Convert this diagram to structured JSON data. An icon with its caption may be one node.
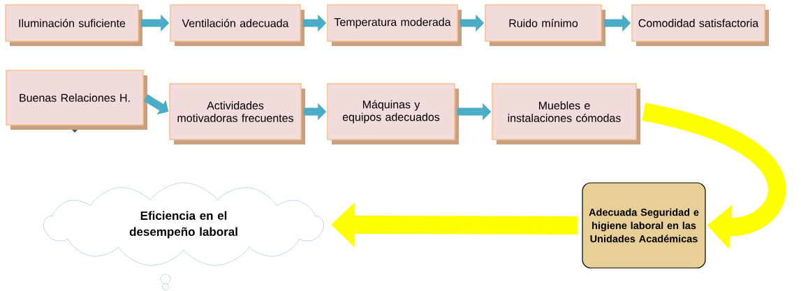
{
  "diagram": {
    "nodes": [
      {
        "text": [
          "Iluminación suficiente"
        ]
      },
      {
        "text": [
          "Ventilación adecuada"
        ]
      },
      {
        "text": [
          "Temperatura moderada"
        ]
      },
      {
        "text": [
          "Ruido mínimo"
        ]
      },
      {
        "text": [
          "Comodidad satisfactoria"
        ]
      },
      {
        "text": [
          "Buenas Relaciones H."
        ]
      },
      {
        "text": [
          "Actividades motivadoras frecuentes"
        ]
      },
      {
        "text": [
          "Máquinas y equipos adecuados"
        ]
      },
      {
        "text": [
          "Muebles e instalaciones cómodas"
        ]
      },
      {
        "text": [
          "Adecuada Seguridad e higiene laboral en las Unidades Académicas"
        ]
      },
      {
        "text": [
          "Eficiencia en el desempeño laboral"
        ]
      }
    ],
    "edges": [
      {
        "from": 0,
        "to": 1,
        "arrow": "to"
      },
      {
        "from": 1,
        "to": 2,
        "arrow": "to"
      },
      {
        "from": 2,
        "to": 3,
        "arrow": "to"
      },
      {
        "from": 3,
        "to": 4,
        "arrow": "to"
      },
      {
        "from": 5,
        "to": 6,
        "arrow": "to"
      },
      {
        "from": 6,
        "to": 7,
        "arrow": "to"
      },
      {
        "from": 7,
        "to": 8,
        "arrow": "to"
      },
      {
        "from": 8,
        "to": 9,
        "arrow": "to",
        "style": "thick",
        "color": "#ffff00"
      },
      {
        "from": 9,
        "to": 10,
        "arrow": "to",
        "style": "thick",
        "color": "#ffff00"
      }
    ]
  }
}
